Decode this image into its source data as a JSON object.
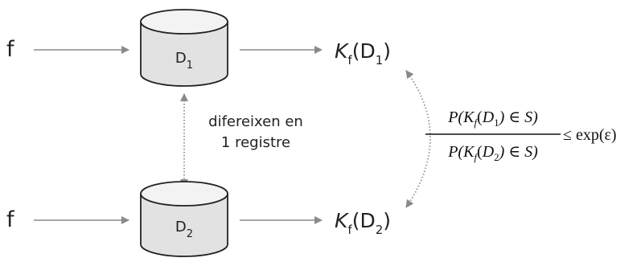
{
  "inputs": {
    "top_label": "f",
    "bottom_label": "f"
  },
  "databases": {
    "top": {
      "letter": "D",
      "subscript": "1"
    },
    "bottom": {
      "letter": "D",
      "subscript": "2"
    }
  },
  "outputs": {
    "top": {
      "k": "K",
      "k_sub": "f",
      "open": "(D",
      "d_sub": "1",
      "close": ")"
    },
    "bottom": {
      "k": "K",
      "k_sub": "f",
      "open": "(D",
      "d_sub": "2",
      "close": ")"
    }
  },
  "difference_note": {
    "line1": "difereixen en",
    "line2": "1 registre"
  },
  "formula": {
    "numerator": {
      "p": "P(",
      "k": "K",
      "k_sub": "f",
      "open": "(",
      "d": "D",
      "d_sub": "1",
      "rest": ") ∈ S)"
    },
    "denominator": {
      "p": "P(",
      "k": "K",
      "k_sub": "f",
      "open": "(",
      "d": "D",
      "d_sub": "2",
      "rest": ") ∈ S)"
    },
    "rhs": "≤ exp(ε)"
  },
  "colors": {
    "arrow": "#8a8a8a",
    "cylinder_fill": "#e2e2e2",
    "cylinder_stroke": "#222222"
  }
}
